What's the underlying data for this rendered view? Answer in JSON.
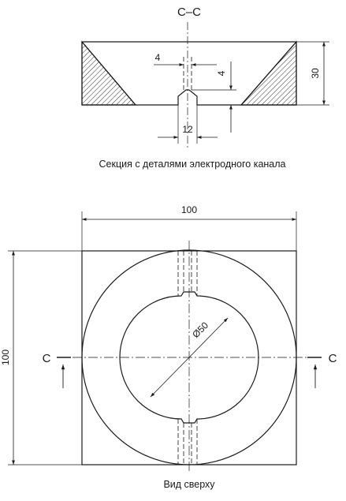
{
  "section": {
    "title": "С–С",
    "dim_slot_width": "4",
    "dim_slot_depth": "4",
    "dim_thickness": "30",
    "dim_bottom_width": "12",
    "caption": "Секция с деталями электродного канала"
  },
  "plan": {
    "dim_width": "100",
    "dim_height": "100",
    "dim_diameter": "Ø50",
    "cut_left": "С",
    "cut_right": "С",
    "caption": "Вид сверху"
  },
  "colors": {
    "line": "#1a1a1a",
    "background": "#ffffff"
  }
}
